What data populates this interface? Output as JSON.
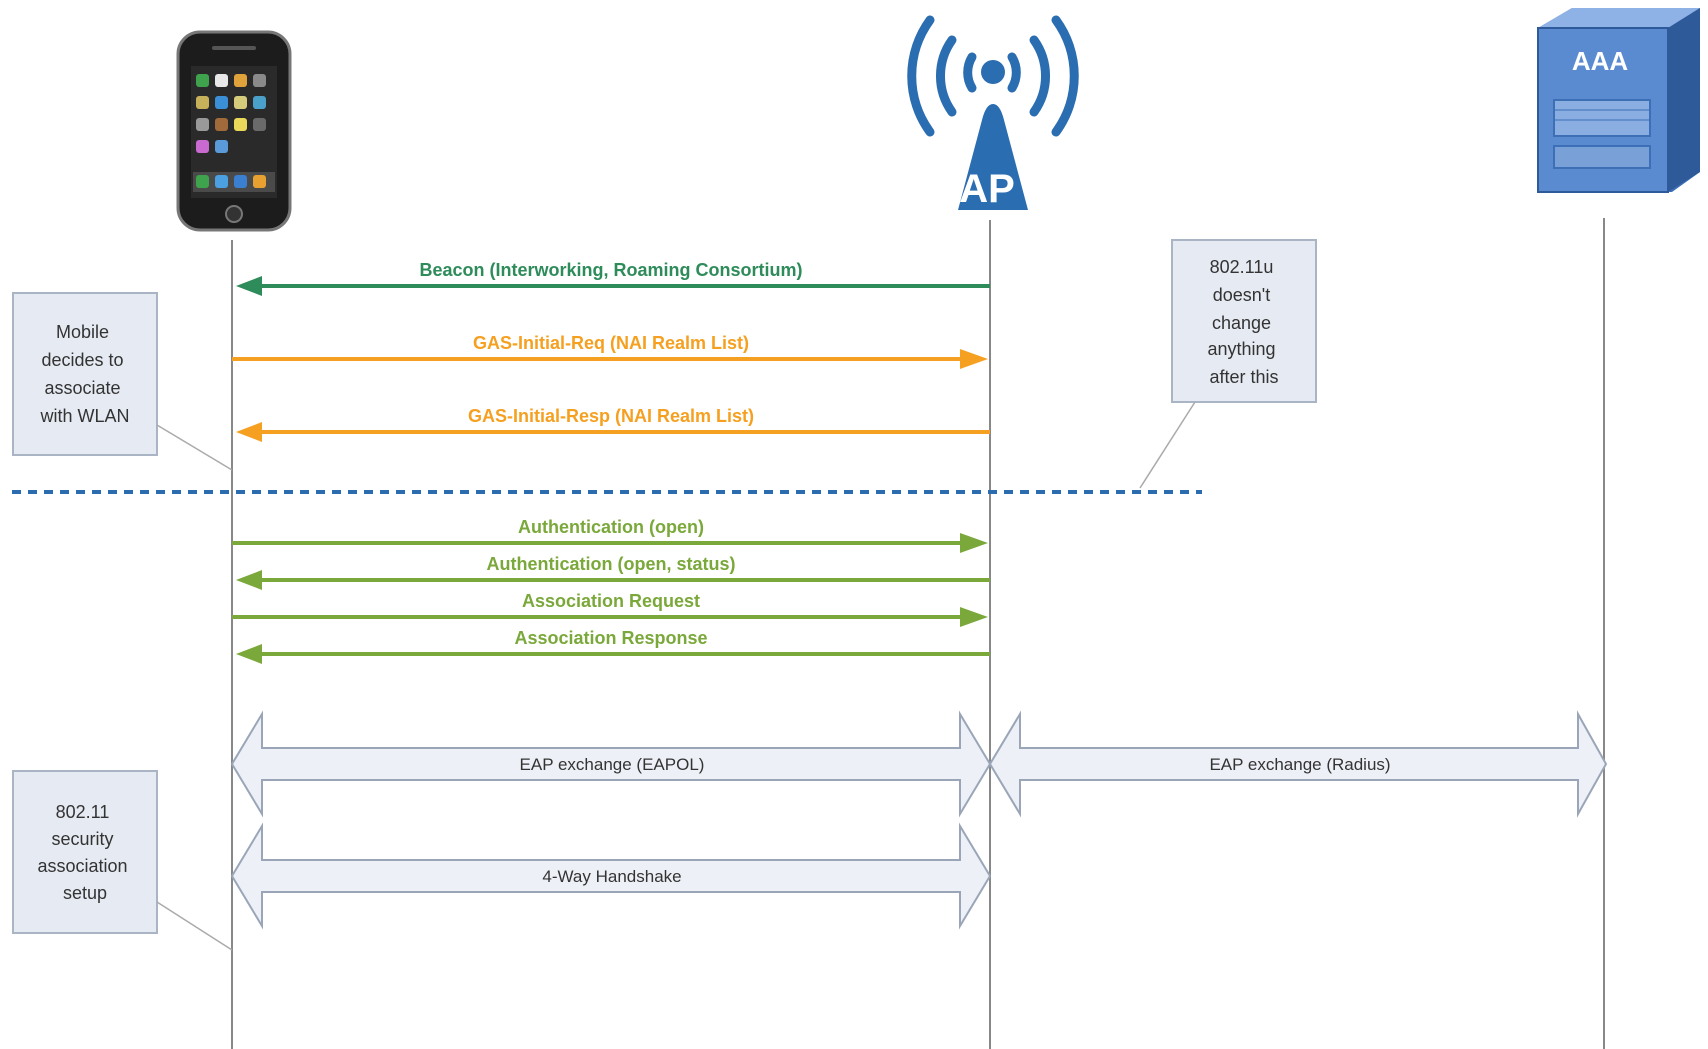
{
  "entities": {
    "ap_label": "AP",
    "aaa_label": "AAA"
  },
  "colors": {
    "beacon": "#2e8b5a",
    "gas": "#f5a020",
    "assoc": "#7aa83a",
    "lifeline": "#888888",
    "separator": "#2b6cb0",
    "note_fill": "#e6ebf3",
    "note_border": "#a9b4c4",
    "band_fill": "#edf1f7",
    "band_border": "#9aa6b8",
    "ap_blue": "#2a6db0",
    "aaa_blue": "#4f7fc4"
  },
  "messages": [
    {
      "label": "Beacon (Interworking, Roaming Consortium)",
      "direction": "to-mobile",
      "color_key": "beacon"
    },
    {
      "label": "GAS-Initial-Req (NAI Realm List)",
      "direction": "to-ap",
      "color_key": "gas"
    },
    {
      "label": "GAS-Initial-Resp (NAI Realm List)",
      "direction": "to-mobile",
      "color_key": "gas"
    },
    {
      "label": "Authentication (open)",
      "direction": "to-ap",
      "color_key": "assoc"
    },
    {
      "label": "Authentication (open, status)",
      "direction": "to-mobile",
      "color_key": "assoc"
    },
    {
      "label": "Association Request",
      "direction": "to-ap",
      "color_key": "assoc"
    },
    {
      "label": "Association Response",
      "direction": "to-mobile",
      "color_key": "assoc"
    }
  ],
  "notes": {
    "mobile_decides": [
      "Mobile",
      "decides to",
      "associate",
      "with WLAN"
    ],
    "no_change": [
      "802.11u",
      "doesn't",
      "change",
      "anything",
      "after this"
    ],
    "security_setup": [
      "802.11",
      "security",
      "association",
      "setup"
    ]
  },
  "bands": {
    "eapol": "EAP exchange (EAPOL)",
    "radius": "EAP exchange (Radius)",
    "handshake": "4-Way Handshake"
  }
}
